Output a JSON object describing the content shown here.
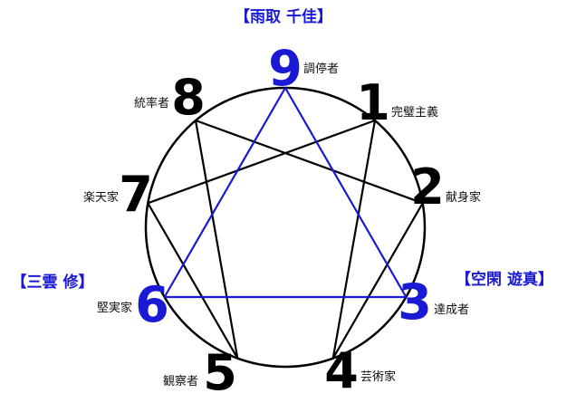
{
  "colors": {
    "ink": "#000000",
    "accent": "#1a1ad4",
    "background": "#ffffff"
  },
  "headers": {
    "top": "【雨取 千佳】",
    "left": "【三雲 修】",
    "right": "【空閑 遊真】"
  },
  "types": [
    {
      "number": "1",
      "label": "完璧主義",
      "highlighted": false
    },
    {
      "number": "2",
      "label": "献身家",
      "highlighted": false
    },
    {
      "number": "3",
      "label": "達成者",
      "highlighted": true
    },
    {
      "number": "4",
      "label": "芸術家",
      "highlighted": false
    },
    {
      "number": "5",
      "label": "観察者",
      "highlighted": false
    },
    {
      "number": "6",
      "label": "堅実家",
      "highlighted": true
    },
    {
      "number": "7",
      "label": "楽天家",
      "highlighted": false
    },
    {
      "number": "8",
      "label": "統率者",
      "highlighted": false
    },
    {
      "number": "9",
      "label": "調停者",
      "highlighted": true
    }
  ],
  "connections": {
    "hexad": [
      "1",
      "4",
      "2",
      "8",
      "5",
      "7",
      "1"
    ],
    "triangle": [
      "9",
      "3",
      "6",
      "9"
    ]
  }
}
